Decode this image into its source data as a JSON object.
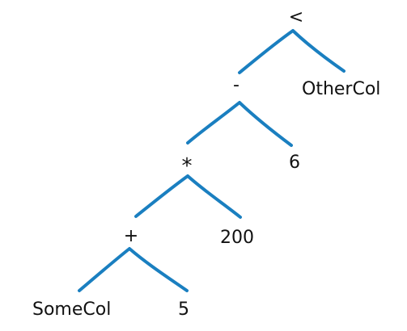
{
  "theme": {
    "branch_color": "#1a7fc0",
    "text_color": "#111111",
    "background": "#ffffff"
  },
  "tree": {
    "nodes": [
      {
        "id": "lt",
        "label": "<",
        "kind": "operator"
      },
      {
        "id": "minus",
        "label": "-",
        "kind": "operator"
      },
      {
        "id": "othercol",
        "label": "OtherCol",
        "kind": "operand"
      },
      {
        "id": "times",
        "label": "*",
        "kind": "operator"
      },
      {
        "id": "six",
        "label": "6",
        "kind": "operand"
      },
      {
        "id": "plus",
        "label": "+",
        "kind": "operator"
      },
      {
        "id": "two-hundred",
        "label": "200",
        "kind": "operand"
      },
      {
        "id": "somecol",
        "label": "SomeCol",
        "kind": "operand"
      },
      {
        "id": "five",
        "label": "5",
        "kind": "operand"
      }
    ],
    "edges": [
      {
        "parent": "lt",
        "left": "minus",
        "right": "othercol"
      },
      {
        "parent": "minus",
        "left": "times",
        "right": "six"
      },
      {
        "parent": "times",
        "left": "plus",
        "right": "two-hundred"
      },
      {
        "parent": "plus",
        "left": "somecol",
        "right": "five"
      }
    ]
  }
}
